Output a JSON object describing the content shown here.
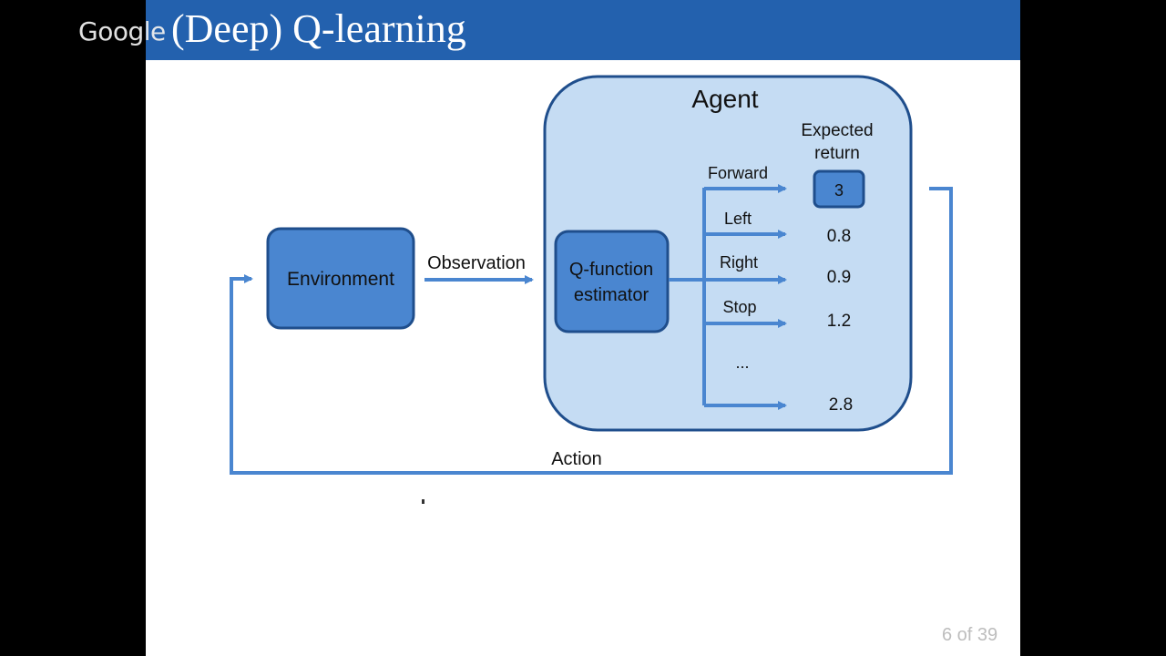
{
  "watermark": {
    "logo_text": "Google"
  },
  "slide": {
    "title": "(Deep) Q-learning",
    "page_indicator": "6 of 39"
  },
  "diagram": {
    "environment_label": "Environment",
    "observation_label": "Observation",
    "agent_label": "Agent",
    "estimator_label_line1": "Q-function",
    "estimator_label_line2": "estimator",
    "expected_return_line1": "Expected",
    "expected_return_line2": "return",
    "action_label": "Action",
    "actions": [
      {
        "label": "Forward",
        "value": "3",
        "highlighted": true
      },
      {
        "label": "Left",
        "value": "0.8"
      },
      {
        "label": "Right",
        "value": "0.9"
      },
      {
        "label": "Stop",
        "value": "1.2"
      },
      {
        "label": "...",
        "value": ""
      },
      {
        "label": "",
        "value": "2.8"
      }
    ]
  },
  "colors": {
    "header": "#2361ae",
    "box_fill": "#4a86d0",
    "box_stroke": "#1f4e8c",
    "agent_fill": "#c5dcf3",
    "arrow": "#4a86d0"
  }
}
